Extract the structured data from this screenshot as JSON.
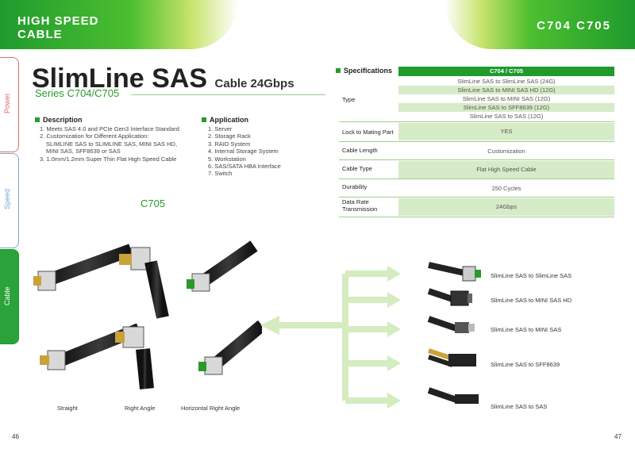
{
  "banner": {
    "line1": "HIGH SPEED",
    "line2": "CABLE",
    "right": "C704 C705"
  },
  "tabs": [
    "Power",
    "Speed",
    "Cable"
  ],
  "title": {
    "main": "SlimLine SAS",
    "sub": "Cable 24Gbps",
    "series": "Series C704/C705"
  },
  "description": {
    "heading": "Description",
    "items": [
      "1. Meets SAS 4.0 and PCIe Gen3 Interface Standard",
      "2. Customization for Different Application:",
      "SLIMLINE SAS to SLIMLINE SAS, MINI SAS HD,",
      "MINI SAS, SFF8639 or SAS",
      "3. 1.0mm/1.2mm Super Thin Flat High Speed Cable"
    ]
  },
  "application": {
    "heading": "Application",
    "items": [
      "1. Server",
      "2. Storage Rack",
      "3. RAID System",
      "4. Internal Storage System",
      "5. Workstation",
      "6. SAS/SATA HBA Interface",
      "7. Switch"
    ]
  },
  "specs": {
    "heading": "Specifications",
    "model": "C704 / C705",
    "type_label": "Type",
    "types": [
      "SlimLine SAS to SlimLine SAS (24G)",
      "SlimLine SAS to MINI SAS HD (12G)",
      "SlimLine SAS to MINI SAS  (12G)",
      "SlimLine SAS to SFF8639 (12G)",
      "SlimLine SAS to SAS (12G)"
    ],
    "rows": [
      {
        "label": "Lock to Mating Part",
        "value": "YES"
      },
      {
        "label": "Cable Length",
        "value": "Customization"
      },
      {
        "label": "Cable Type",
        "value": "Flat High Speed Cable"
      },
      {
        "label": "Durability",
        "value": "250 Cycles"
      },
      {
        "label": "Data Rate",
        "label2": "Transmission",
        "value": "24Gbps"
      }
    ]
  },
  "c705": "C705",
  "captions": [
    "Straight",
    "Right Angle",
    "Horizontal Right Angle"
  ],
  "variants": [
    "SlimLine SAS to SlimLine SAS",
    "SlimLine SAS to MINI SAS HD",
    "SlimLine SAS to MINI SAS",
    "SlimLine SAS to SFF8639",
    "SlimLine SAS to SAS"
  ],
  "pages": {
    "left": "46",
    "right": "47"
  },
  "colors": {
    "accent": "#1f9b2e",
    "light": "#d6ebc7"
  }
}
